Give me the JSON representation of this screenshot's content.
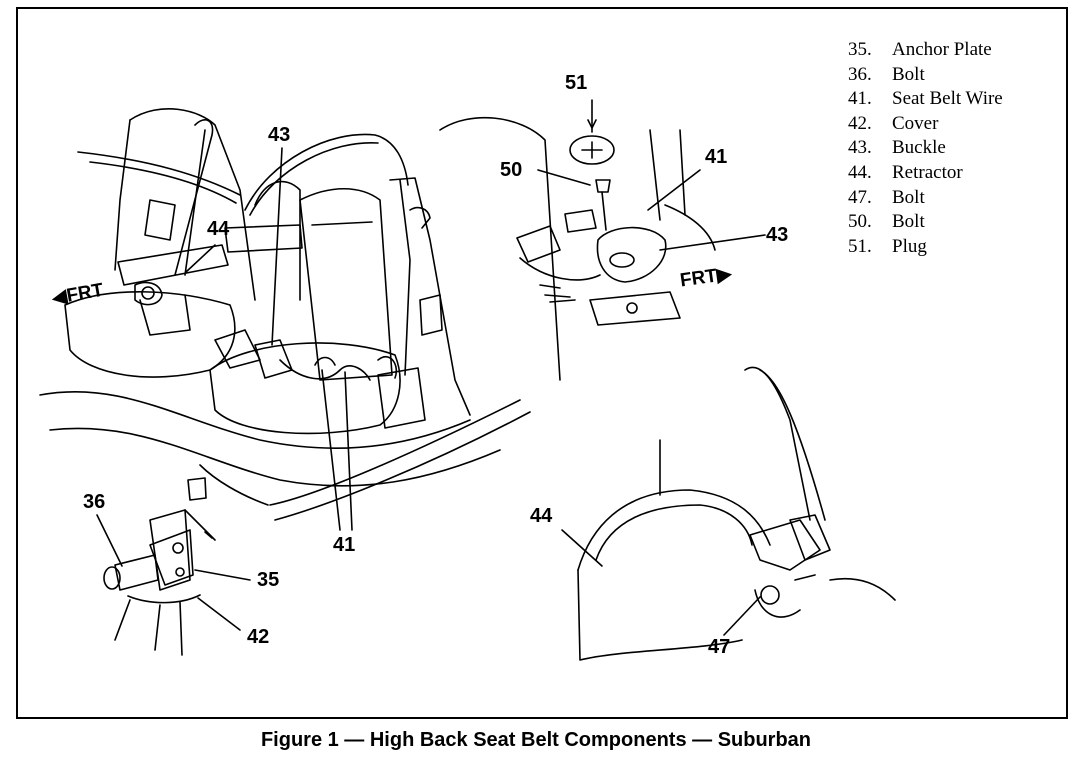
{
  "legend": [
    {
      "number": "35.",
      "label": "Anchor Plate"
    },
    {
      "number": "36.",
      "label": "Bolt"
    },
    {
      "number": "41.",
      "label": "Seat Belt Wire"
    },
    {
      "number": "42.",
      "label": "Cover"
    },
    {
      "number": "43.",
      "label": "Buckle"
    },
    {
      "number": "44.",
      "label": "Retractor"
    },
    {
      "number": "47.",
      "label": "Bolt"
    },
    {
      "number": "50.",
      "label": "Bolt"
    },
    {
      "number": "51.",
      "label": "Plug"
    }
  ],
  "callouts": {
    "c43_main": "43",
    "c44_main": "44",
    "c41_main": "41",
    "c51_inset": "51",
    "c50_inset": "50",
    "c41_inset": "41",
    "c43_inset": "43",
    "c36_inset": "36",
    "c35_inset": "35",
    "c42_inset": "42",
    "c44_retractor": "44",
    "c47_retractor": "47"
  },
  "frt_left": "FRT",
  "frt_right": "FRT",
  "caption": "Figure 1 — High Back Seat Belt Components — Suburban"
}
